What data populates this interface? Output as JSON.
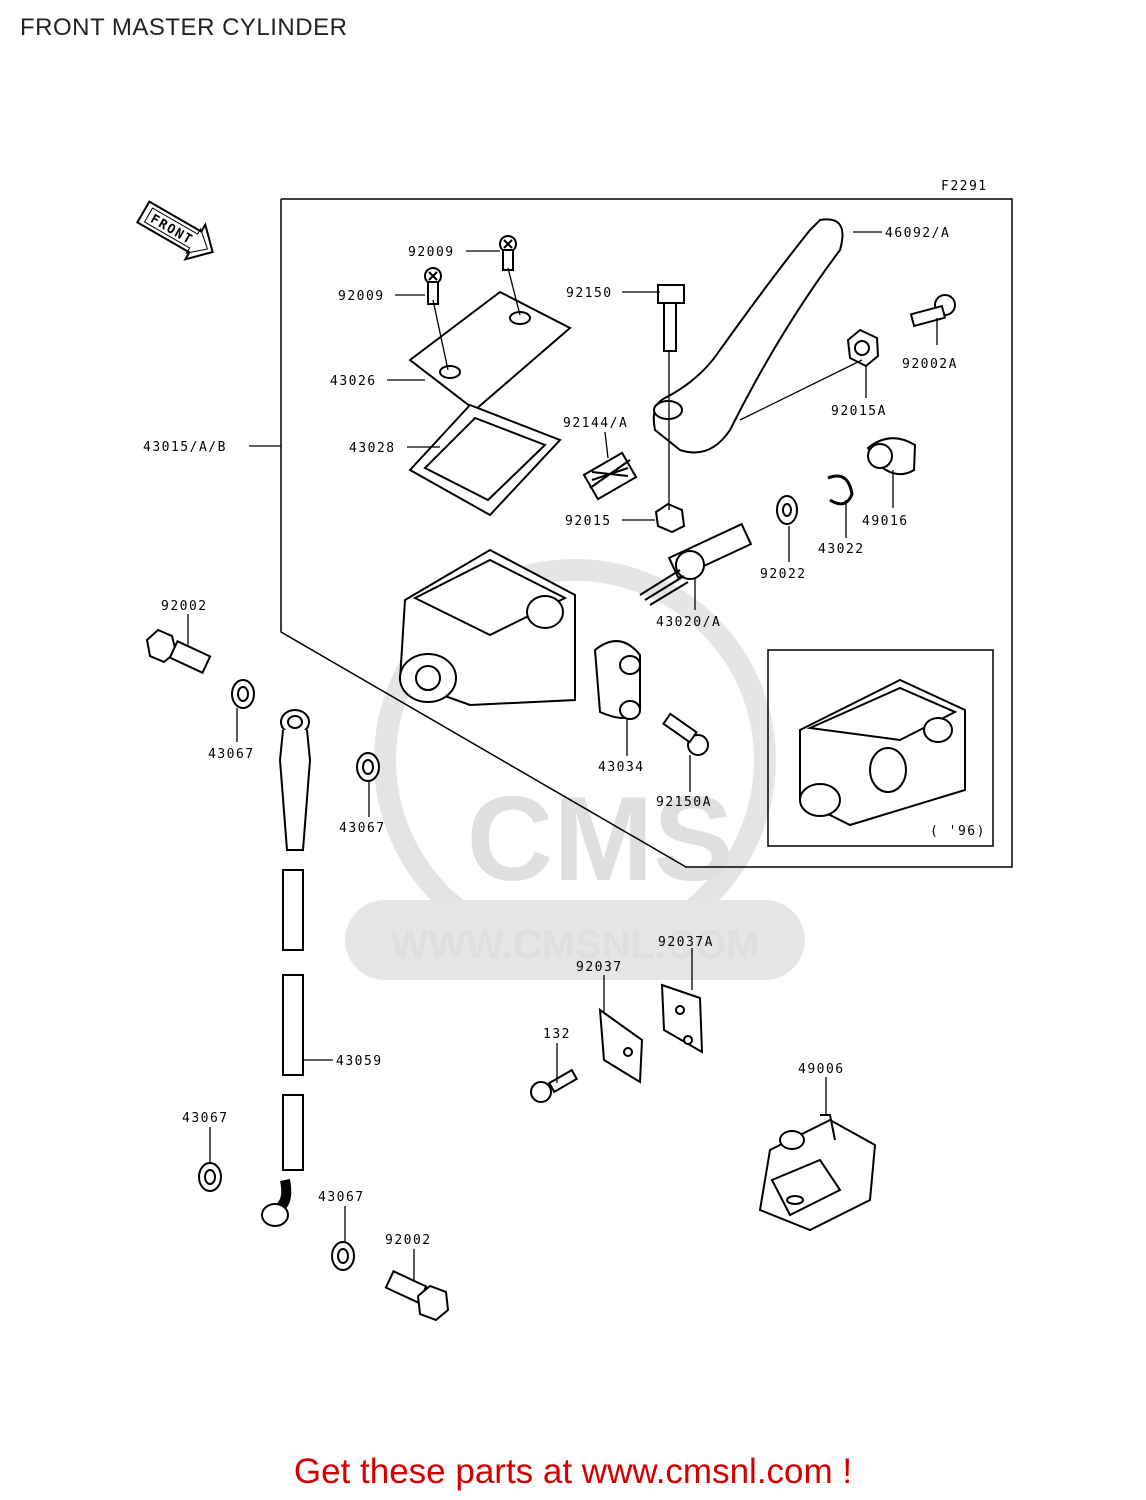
{
  "page_title": "FRONT MASTER CYLINDER",
  "figure_code": "F2291",
  "front_arrow_text": "FRONT",
  "variant_note": "( '96)",
  "watermark": {
    "brand": "CMS",
    "url": "WWW.CMSNL.COM"
  },
  "cta_text": "Get these parts at www.cmsnl.com !",
  "cta_color": "#d40000",
  "callouts": [
    "92009",
    "92009",
    "92150",
    "46092/A",
    "92002A",
    "43026",
    "43028",
    "43015/A/B",
    "92144/A",
    "92015A",
    "49016",
    "92015",
    "43022",
    "92022",
    "43020/A",
    "92002",
    "43067",
    "43067",
    "43034",
    "92150A",
    "92037A",
    "92037",
    "132",
    "43059",
    "49006",
    "43067",
    "43067",
    "92002"
  ]
}
